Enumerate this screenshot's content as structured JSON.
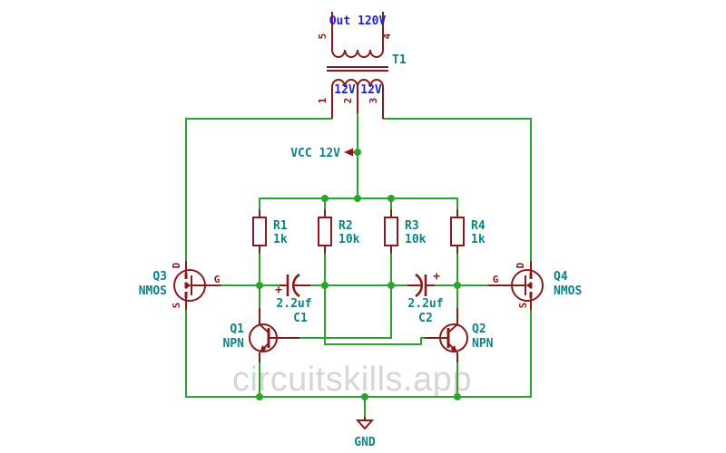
{
  "colors": {
    "wire_green": "#2ea22e",
    "component_red": "#8a1a1a",
    "label_teal": "#0b8484",
    "field_blue": "#2323cc",
    "watermark_gray": "#d6d6d6",
    "background": "#ffffff"
  },
  "watermark": {
    "text": "circuitskills.app"
  },
  "transformer": {
    "ref": "T1",
    "primary_value": "Out 120V",
    "secondary_left": "12V",
    "secondary_right": "12V",
    "pin5": "5",
    "pin4": "4",
    "pin1": "1",
    "pin2": "2",
    "pin3": "3"
  },
  "power": {
    "vcc": "VCC 12V",
    "gnd": "GND"
  },
  "resistors": [
    {
      "ref": "R1",
      "value": "1k"
    },
    {
      "ref": "R2",
      "value": "10k"
    },
    {
      "ref": "R3",
      "value": "10k"
    },
    {
      "ref": "R4",
      "value": "1k"
    }
  ],
  "capacitors": [
    {
      "ref": "C1",
      "value": "2.2uf",
      "polarity": "+"
    },
    {
      "ref": "C2",
      "value": "2.2uf",
      "polarity": "+"
    }
  ],
  "transistors": [
    {
      "ref": "Q1",
      "value": "NPN"
    },
    {
      "ref": "Q2",
      "value": "NPN"
    }
  ],
  "mosfets": [
    {
      "ref": "Q3",
      "value": "NMOS",
      "drain": "D",
      "source": "S",
      "gate": "G"
    },
    {
      "ref": "Q4",
      "value": "NMOS",
      "drain": "D",
      "source": "S",
      "gate": "G"
    }
  ]
}
